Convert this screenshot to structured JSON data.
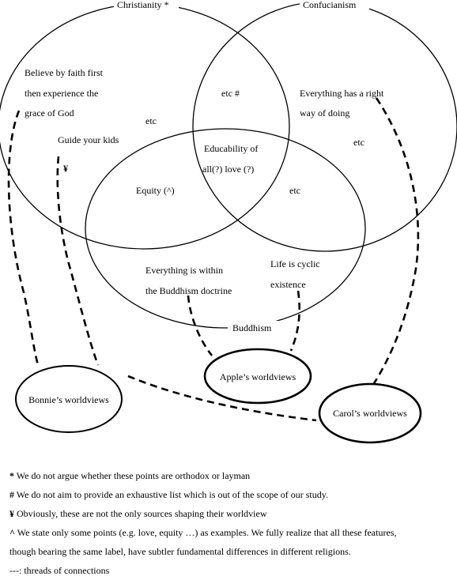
{
  "circles": {
    "christianity": "Christianity *",
    "confucianism": "Confucianism",
    "buddhism": "Buddhism"
  },
  "labels": {
    "believe_line1": "Believe by faith first",
    "believe_line2": "then experience the",
    "believe_line3": "grace of God",
    "guide_kids": "Guide your kids",
    "yen_mark": "¥",
    "etc_christianity": "etc",
    "etc_top_overlap": "etc #",
    "right_way_line1": "Everything has a right",
    "right_way_line2": "way of doing",
    "etc_confucianism": "etc",
    "educability_line1": "Educability of",
    "educability_line2": "all(?) love (?)",
    "equity": "Equity (^)",
    "etc_buddhism_right": "etc",
    "within_doctrine_line1": "Everything is within",
    "within_doctrine_line2": "the Buddhism doctrine",
    "cyclic_line1": "Life is cyclic",
    "cyclic_line2": "existence"
  },
  "worldviews": {
    "bonnie": "Bonnie’s worldviews",
    "apple": "Apple’s worldviews",
    "carol": "Carol’s worldviews"
  },
  "notes": [
    {
      "symbol": "*",
      "text": " We do not argue whether these points are orthodox or layman"
    },
    {
      "symbol": "#",
      "text": " We do not aim to provide an exhaustive list which is out of the scope of our study."
    },
    {
      "symbol": "¥",
      "text": " Obviously, these are not the only sources shaping their worldview"
    },
    {
      "symbol": "^",
      "text": " We state only some points (e.g. love, equity …) as examples. We fully realize that all these features,"
    },
    {
      "symbol": "",
      "text": "though bearing the same label, have subtler fundamental differences in different religions."
    },
    {
      "symbol": "---",
      "text": ": threads of connections"
    }
  ]
}
